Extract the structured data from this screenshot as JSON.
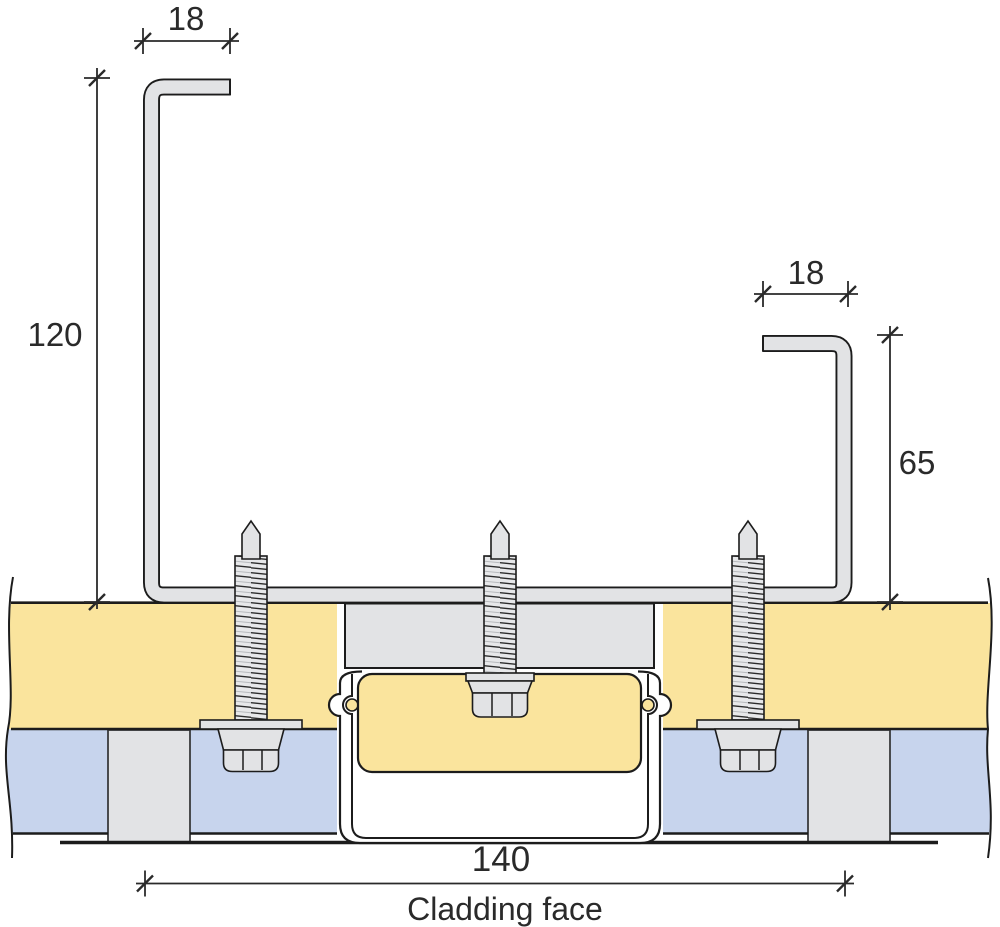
{
  "drawing": {
    "type": "construction-detail-cross-section",
    "description": "Concealed-fix cladding vertical joint detail with two top-hat rails, three self-drilling fasteners, insulation and liner panels"
  },
  "dimensions": {
    "left_rail_flange_width": "18",
    "left_rail_height": "120",
    "right_rail_flange_width": "18",
    "right_rail_height": "65",
    "joint_width": "140"
  },
  "labels": {
    "cladding_face": "Cladding face"
  },
  "colors": {
    "background": "#FFFFFF",
    "insulation_yellow": "#FAE49D",
    "panel_blue": "#C7D4ED",
    "metal_grey": "#E2E3E5",
    "outline": "#1C1C1C",
    "dim_text": "#2A2A2A",
    "thread_light": "#E7E8EA",
    "thread_dark": "#2B2B2B"
  }
}
